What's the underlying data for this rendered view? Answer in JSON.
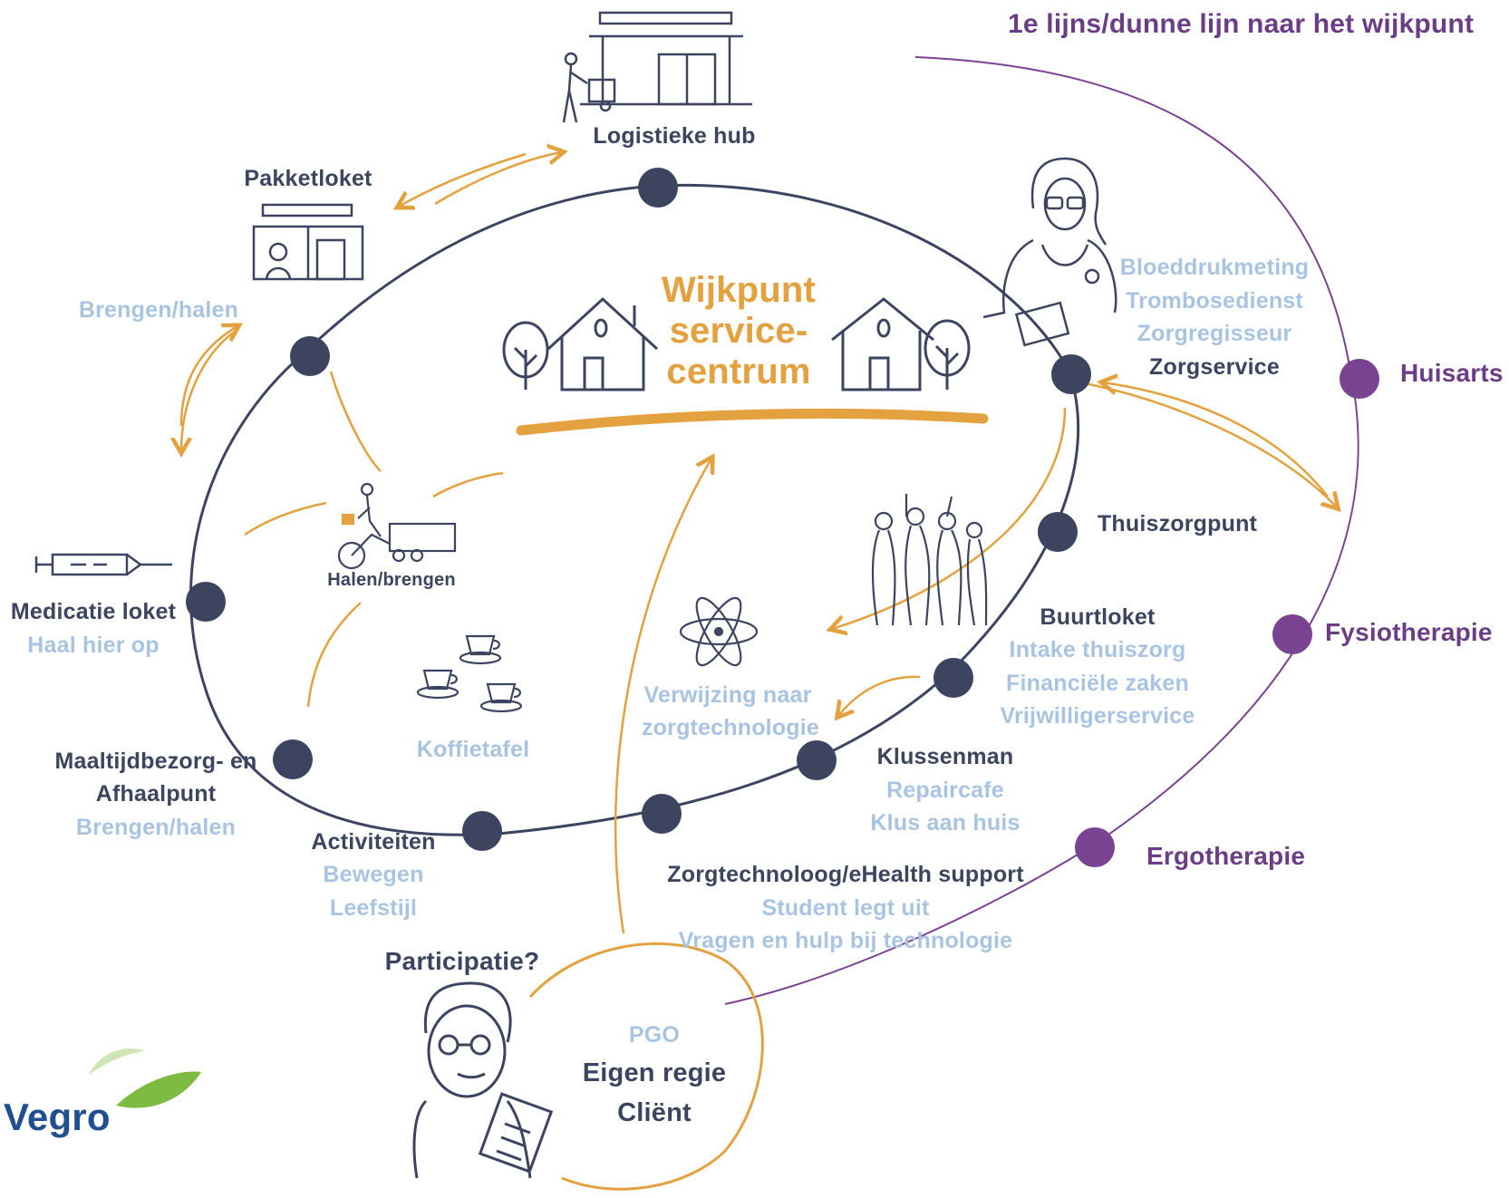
{
  "title": "1e lijns/dunne lijn naar het wijkpunt",
  "center": {
    "line1": "Wijkpunt",
    "line2": "service-",
    "line3": "centrum"
  },
  "nodes": {
    "logistiek": "Logistieke hub",
    "pakketloket": "Pakketloket",
    "pakketloket_sub": "Brengen/halen",
    "halen_brengen": "Halen/brengen",
    "medicatie": "Medicatie loket",
    "medicatie_sub": "Haal hier op",
    "maaltijd_1": "Maaltijdbezorg- en",
    "maaltijd_2": "Afhaalpunt",
    "maaltijd_sub": "Brengen/halen",
    "activiteiten": "Activiteiten",
    "activiteiten_sub1": "Bewegen",
    "activiteiten_sub2": "Leefstijl",
    "koffietafel": "Koffietafel",
    "verwijzing_1": "Verwijzing naar",
    "verwijzing_2": "zorgtechnologie",
    "zorgtech": "Zorgtechnoloog/eHealth support",
    "zorgtech_sub1": "Student legt uit",
    "zorgtech_sub2": "Vragen en hulp bij technologie",
    "klussenman": "Klussenman",
    "klussenman_sub1": "Repaircafe",
    "klussenman_sub2": "Klus aan huis",
    "buurtloket": "Buurtloket",
    "buurtloket_sub1": "Intake thuiszorg",
    "buurtloket_sub2": "Financiële zaken",
    "buurtloket_sub3": "Vrijwilligerservice",
    "thuiszorgpunt": "Thuiszorgpunt",
    "zorg_sub1": "Bloeddrukmeting",
    "zorg_sub2": "Trombosedienst",
    "zorg_sub3": "Zorgregisseur",
    "zorgservice": "Zorgservice"
  },
  "outer": {
    "huisarts": "Huisarts",
    "fysio": "Fysiotherapie",
    "ergo": "Ergotherapie"
  },
  "client": {
    "question": "Participatie?",
    "pgo": "PGO",
    "line1": "Eigen regie",
    "line2": "Cliënt"
  },
  "logo": {
    "text": "Vegro"
  },
  "colors": {
    "navy": "#3c4460",
    "light_blue": "#a9c4e2",
    "orange": "#e3a13f",
    "purple": "#6b3d86",
    "logo_green": "#7dbb41"
  }
}
